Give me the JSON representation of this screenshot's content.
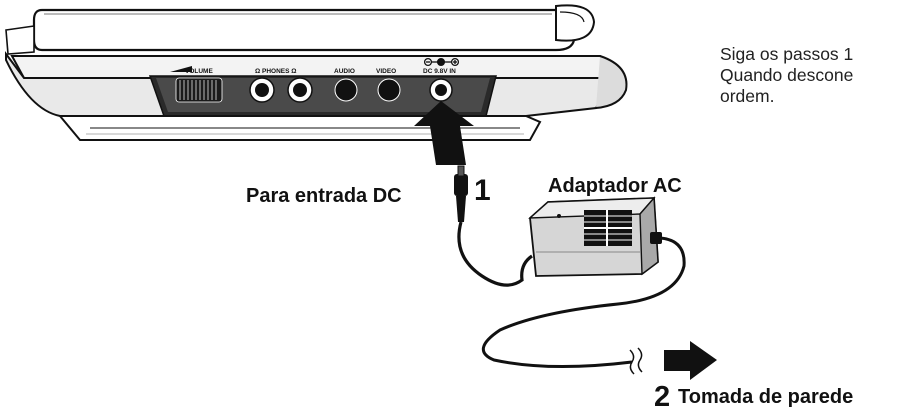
{
  "instructions": {
    "line1": "Siga os passos 1",
    "line2": "Quando descone",
    "line3": "ordem."
  },
  "player_panel": {
    "volume": "VOLUME",
    "phones": "Ω PHONES Ω",
    "audio": "AUDIO",
    "video": "VIDEO",
    "dc_in": "DC 9.8V IN"
  },
  "callouts": {
    "dc_input_label": "Para entrada DC",
    "step1_number": "1",
    "adapter_label": "Adaptador AC",
    "step2_number": "2",
    "wall_outlet_label": "Tomada de parede"
  }
}
